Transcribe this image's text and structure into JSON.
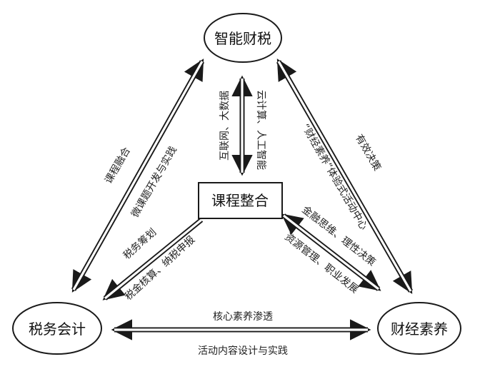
{
  "nodes": {
    "top": "智能财税",
    "left": "税务会计",
    "right": "财经素养",
    "center": "课程整合"
  },
  "edges": {
    "left_outer": "课程融合",
    "left_inner": "微课题开发与实践",
    "right_outer": "有效决策",
    "right_inner": "“财经素养”体验式活动中心",
    "bottom_upper": "核心素养渗透",
    "bottom_lower": "活动内容设计与实践",
    "vertical_left": "互联网、大数据",
    "vertical_right": "云计算、人工智能",
    "center_left_outer": "税务筹划",
    "center_left_inner": "税金核算、纳税申报",
    "center_right_outer": "金融思维、理性决策",
    "center_right_inner": "资源管理、职业发展"
  }
}
